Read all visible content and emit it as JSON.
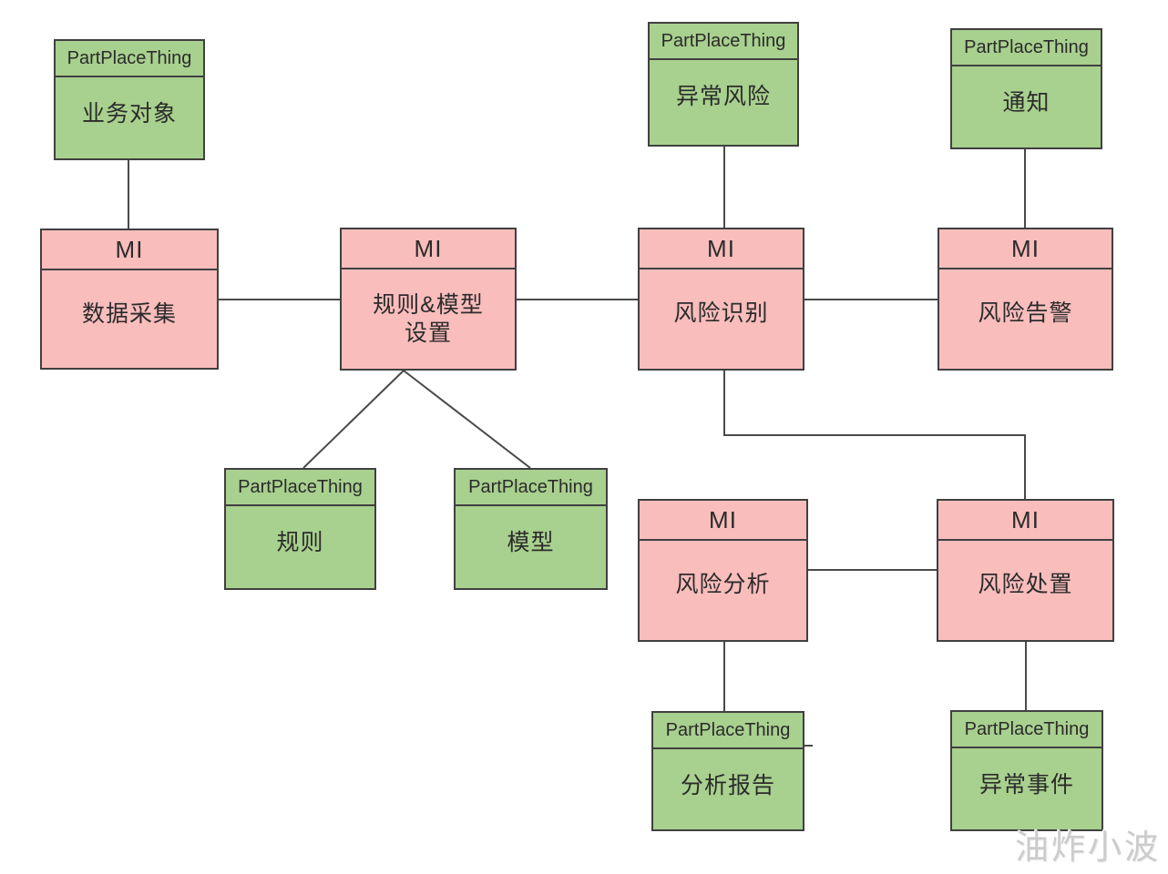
{
  "diagram": {
    "colors": {
      "entity_fill_green": "#a8d08e",
      "module_fill_pink": "#f9bdbc",
      "border": "#404040",
      "text": "#2b2b2b",
      "watermark_gray": "#cccccc"
    },
    "watermark": "油炸小波",
    "nodes": {
      "business_object": {
        "header": "PartPlaceThing",
        "label": "业务对象"
      },
      "abnormal_risk": {
        "header": "PartPlaceThing",
        "label": "异常风险"
      },
      "notification": {
        "header": "PartPlaceThing",
        "label": "通知"
      },
      "data_collection": {
        "header": "MI",
        "label": "数据采集"
      },
      "rule_model_setting": {
        "header": "MI",
        "label_lines": [
          "规则&模型",
          "设置"
        ]
      },
      "risk_identification": {
        "header": "MI",
        "label": "风险识别"
      },
      "risk_alert": {
        "header": "MI",
        "label": "风险告警"
      },
      "rule": {
        "header": "PartPlaceThing",
        "label": "规则"
      },
      "model": {
        "header": "PartPlaceThing",
        "label": "模型"
      },
      "risk_analysis": {
        "header": "MI",
        "label": "风险分析"
      },
      "risk_disposal": {
        "header": "MI",
        "label": "风险处置"
      },
      "analysis_report": {
        "header": "PartPlaceThing",
        "label": "分析报告"
      },
      "abnormal_event": {
        "header": "PartPlaceThing",
        "label": "异常事件"
      }
    },
    "edges": [
      {
        "from": "business_object",
        "to": "data_collection"
      },
      {
        "from": "data_collection",
        "to": "rule_model_setting"
      },
      {
        "from": "rule_model_setting",
        "to": "risk_identification"
      },
      {
        "from": "risk_identification",
        "to": "risk_alert"
      },
      {
        "from": "abnormal_risk",
        "to": "risk_identification"
      },
      {
        "from": "notification",
        "to": "risk_alert"
      },
      {
        "from": "rule_model_setting",
        "to": "rule"
      },
      {
        "from": "rule_model_setting",
        "to": "model"
      },
      {
        "from": "risk_identification",
        "to": "risk_disposal"
      },
      {
        "from": "risk_analysis",
        "to": "risk_disposal"
      },
      {
        "from": "risk_analysis",
        "to": "analysis_report"
      },
      {
        "from": "risk_disposal",
        "to": "abnormal_event"
      }
    ]
  }
}
